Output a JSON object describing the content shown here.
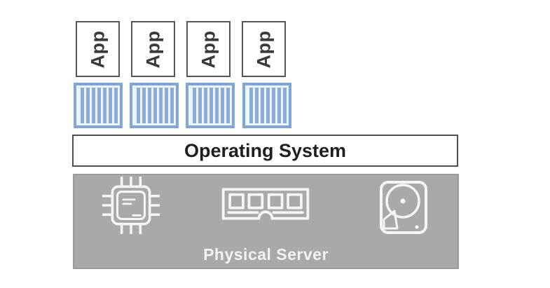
{
  "diagram": {
    "apps": [
      {
        "label": "App"
      },
      {
        "label": "App"
      },
      {
        "label": "App"
      },
      {
        "label": "App"
      }
    ],
    "containers": {
      "count": 4,
      "icon": "container-stripes-icon"
    },
    "os": {
      "label": "Operating System"
    },
    "server": {
      "label": "Physical Server",
      "icons": [
        "cpu-icon",
        "ram-icon",
        "disk-icon"
      ]
    },
    "colors": {
      "app_border": "#565656",
      "container_border": "#7ea6d8",
      "container_stripe": "#8aacda",
      "container_fill": "#eef3fb",
      "os_border": "#4f4f4f",
      "server_fill": "#a9a9a9",
      "icon_white": "#f5f5f5"
    }
  }
}
